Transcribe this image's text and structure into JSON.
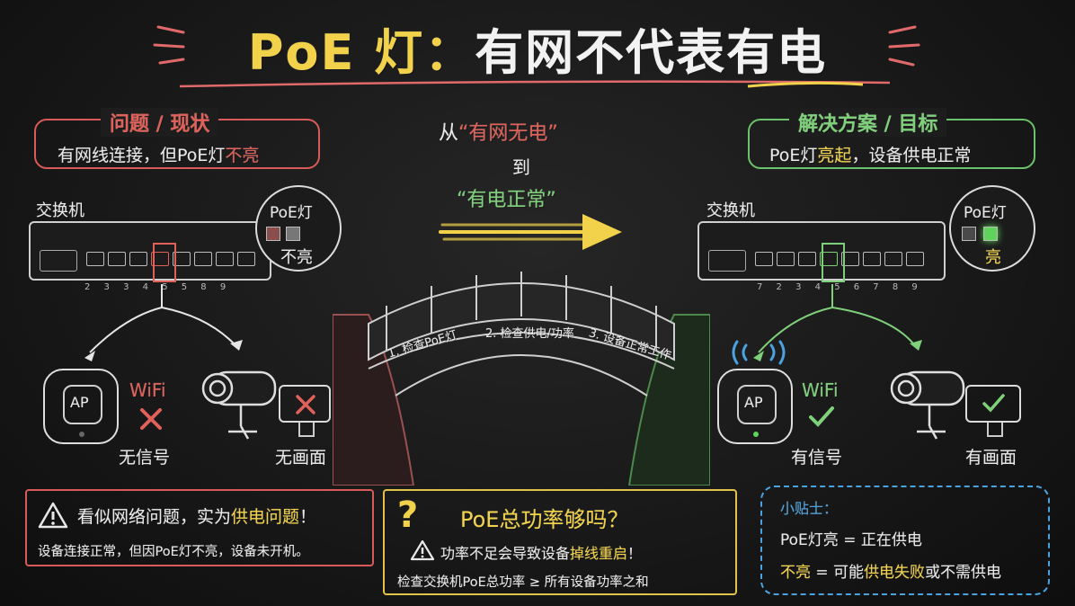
{
  "title": {
    "part1": "PoE 灯",
    "colon": "：",
    "part2": "有网不代表有电"
  },
  "problem": {
    "heading": "问题 / 现状",
    "line_pre": "有网线连接，但PoE灯",
    "line_em": "不亮"
  },
  "solution": {
    "heading": "解决方案 / 目标",
    "line_pre": "PoE灯",
    "line_em": "亮起",
    "line_post": "，设备供电正常"
  },
  "center": {
    "from_pre": "从",
    "from_em": "“有网无电”",
    "to": "到",
    "to_em": "“有电正常”"
  },
  "bridge": {
    "step1": "1. 检查PoE灯",
    "step2": "2. 检查供电/功率",
    "step3": "3. 设备正常工作"
  },
  "left": {
    "switch_label": "交换机",
    "poe_label": "PoE灯",
    "poe_status": "不亮",
    "port_numbers": [
      "2",
      "3",
      "3",
      "4",
      "5",
      "5",
      "8",
      "9"
    ],
    "ap_label": "AP",
    "wifi_label": "WiFi",
    "ap_caption": "无信号",
    "cam_caption": "无画面"
  },
  "right": {
    "switch_label": "交换机",
    "poe_label": "PoE灯",
    "poe_status": "亮",
    "port_numbers": [
      "7",
      "2",
      "3",
      "4",
      "5",
      "6",
      "7",
      "8",
      "9"
    ],
    "ap_label": "AP",
    "wifi_label": "WiFi",
    "ap_caption": "有信号",
    "cam_caption": "有画面"
  },
  "warning_box": {
    "line1_pre": "看似网络问题，实为",
    "line1_em": "供电问题",
    "line1_end": "！",
    "line2": "设备连接正常，但因PoE灯不亮，设备未开机。"
  },
  "power_box": {
    "question_mark": "?",
    "heading": "PoE总功率够吗？",
    "line1_pre": "功率不足会导致设备",
    "line1_em": "掉线重启",
    "line1_end": "！",
    "line2": "检查交换机PoE总功率 ≥ 所有设备功率之和"
  },
  "tips": {
    "heading": "小贴士：",
    "line1": "PoE灯亮 = 正在供电",
    "line2_pre": "不亮",
    "line2_mid": " = 可能",
    "line2_em": "供电失败",
    "line2_end": "或不需供电"
  },
  "colors": {
    "yellow": "#f1d24a",
    "red": "#e0605a",
    "green": "#7fd07a",
    "blue": "#4aa3e0",
    "chalk": "#e9e9e9"
  }
}
